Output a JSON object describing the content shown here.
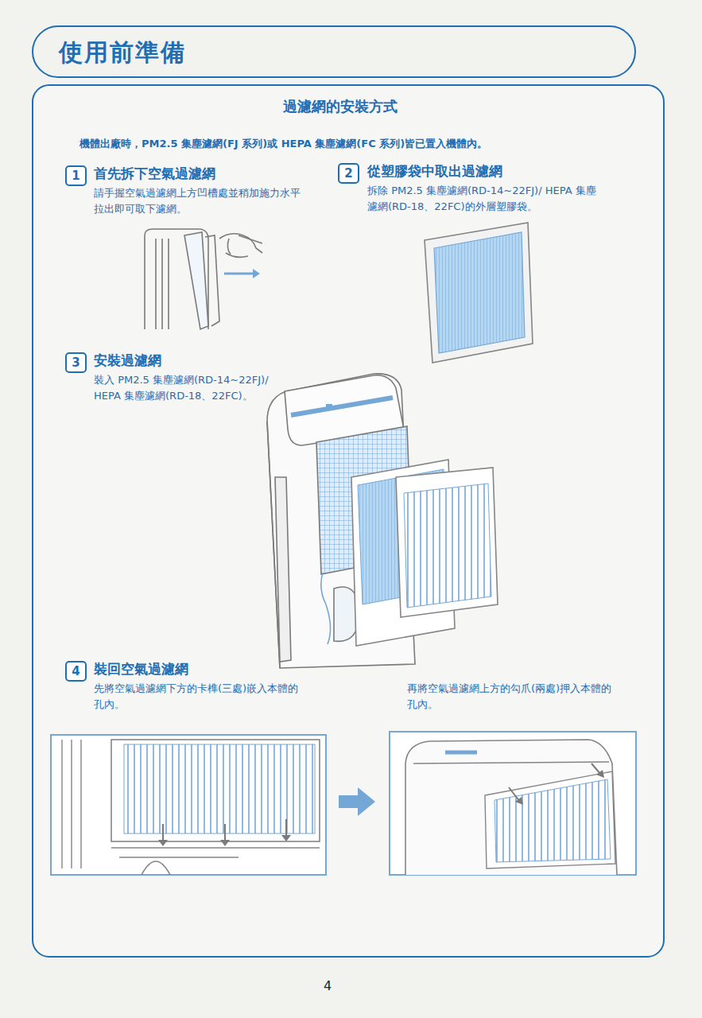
{
  "diagram": {
    "title": "過濾網的安裝方式",
    "nodes": [
      {
        "text": [
          "使用前準備"
        ]
      },
      {
        "text": [
          "過濾網的安裝方式",
          "機體出廠時，PM2.5 集塵濾網(FJ 系列)或 HEPA 集塵濾網(FC 系列)皆已置入機體內。"
        ]
      },
      {
        "text": [
          "1"
        ],
        "in": 1
      },
      {
        "text": [
          "2"
        ],
        "in": 1
      },
      {
        "text": [
          "3"
        ],
        "in": 1
      },
      {
        "text": [
          "4"
        ],
        "in": 1
      }
    ],
    "edges": [],
    "labels": [
      "首先拆下空氣過濾網",
      "請手握空氣過濾網上方凹槽處並稍加施力水平拉出即可取下濾網。",
      "從塑膠袋中取出過濾網",
      "拆除 PM2.5 集塵濾網(RD-14~22FJ)/ HEPA 集塵濾網(RD-18、22FC)的外層塑膠袋。",
      "安裝過濾網",
      "裝入 PM2.5 集塵濾網(RD-14~22FJ)/ HEPA 集塵濾網(RD-18、22FC)。",
      "裝回空氣過濾網",
      "先將空氣過濾網下方的卡榫(三處)嵌入本體的孔內。",
      "再將空氣過濾網上方的勾爪(兩處)押入本體的孔內。",
      "4"
    ]
  }
}
